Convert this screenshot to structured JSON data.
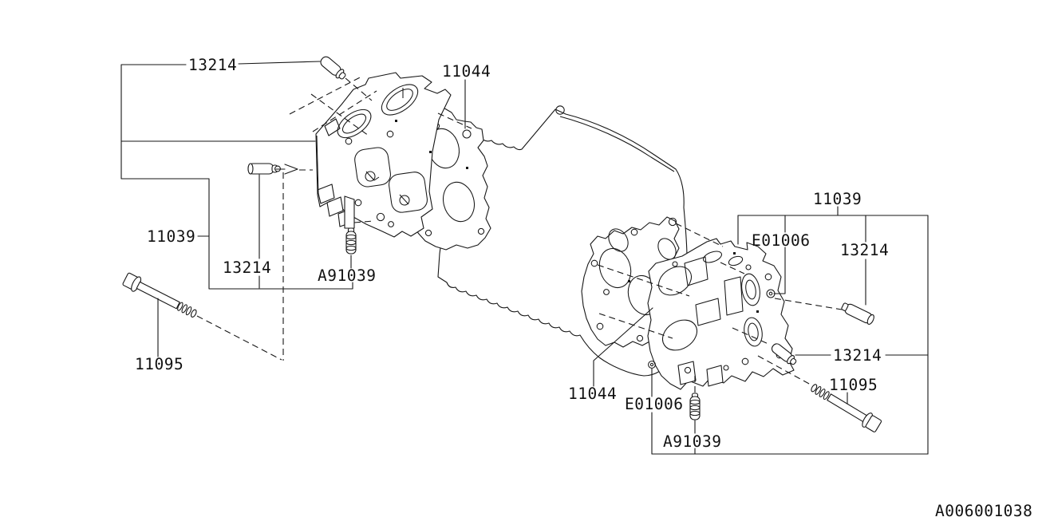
{
  "drawing_code": "A006001038",
  "callouts": [
    {
      "text": "13214"
    },
    {
      "text": "11044"
    },
    {
      "text": "11039"
    },
    {
      "text": "13214"
    },
    {
      "text": "A91039"
    },
    {
      "text": "11095"
    },
    {
      "text": "11039"
    },
    {
      "text": "E01006"
    },
    {
      "text": "13214"
    },
    {
      "text": "13214"
    },
    {
      "text": "11095"
    },
    {
      "text": "11044"
    },
    {
      "text": "E01006"
    },
    {
      "text": "A91039"
    }
  ],
  "colors": {
    "line": "#161616",
    "background": "#ffffff"
  }
}
